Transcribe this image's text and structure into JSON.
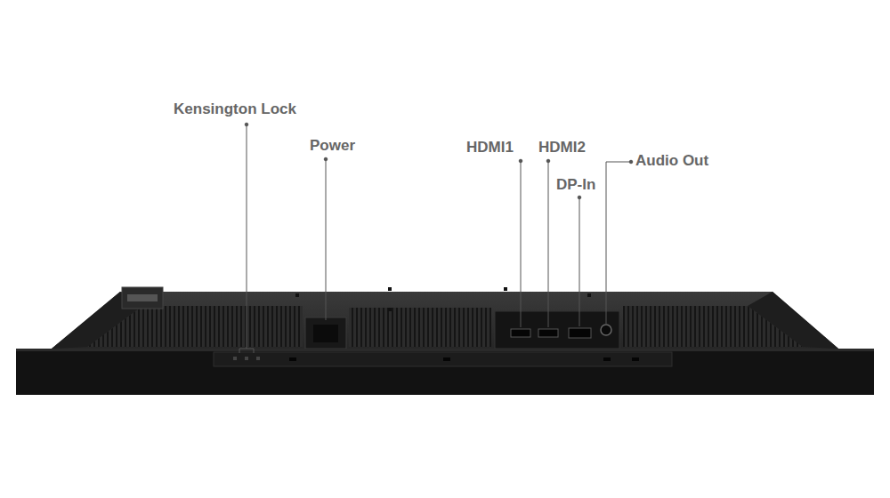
{
  "diagram": {
    "labels": [
      "Kensington Lock",
      "Power",
      "HDMI1",
      "HDMI2",
      "DP-In",
      "Audio Out"
    ]
  }
}
